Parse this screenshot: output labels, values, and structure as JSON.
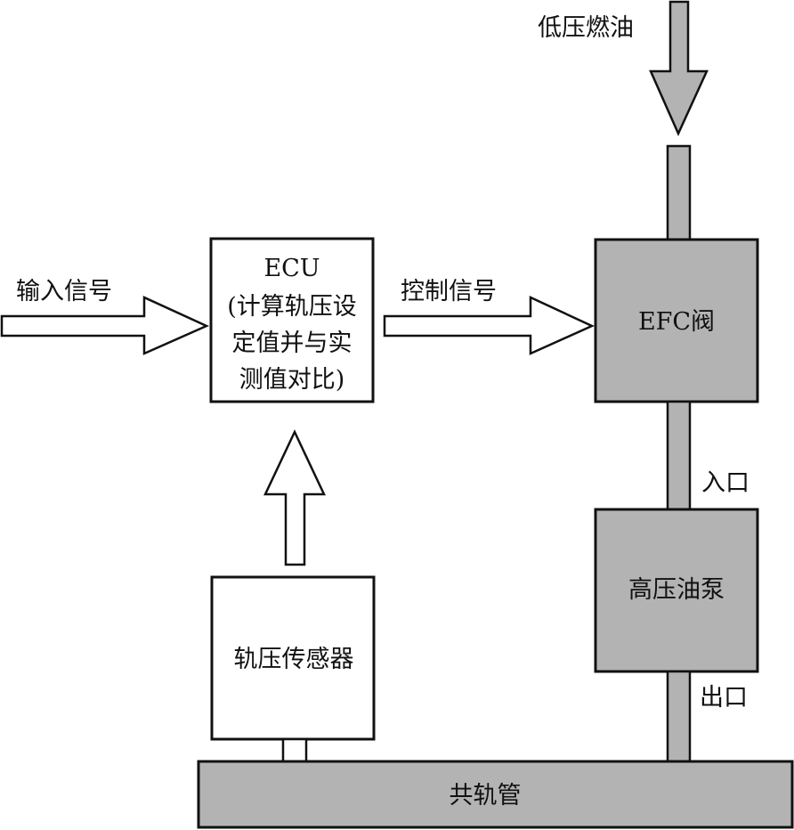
{
  "labels": {
    "input_signal": "输入信号",
    "ecu_title": "ECU",
    "ecu_line1": "(计算轨压设",
    "ecu_line2": "定值并与实",
    "ecu_line3": "测值对比)",
    "control_signal": "控制信号",
    "low_pressure_fuel": "低压燃油",
    "efc_valve": "EFC阀",
    "inlet": "入口",
    "high_pressure_pump": "高压油泵",
    "outlet": "出口",
    "rail_sensor": "轨压传感器",
    "common_rail": "共轨管"
  },
  "colors": {
    "box_fill_gray": "#b3b3b3",
    "box_fill_white": "#ffffff",
    "stroke": "#111111"
  }
}
